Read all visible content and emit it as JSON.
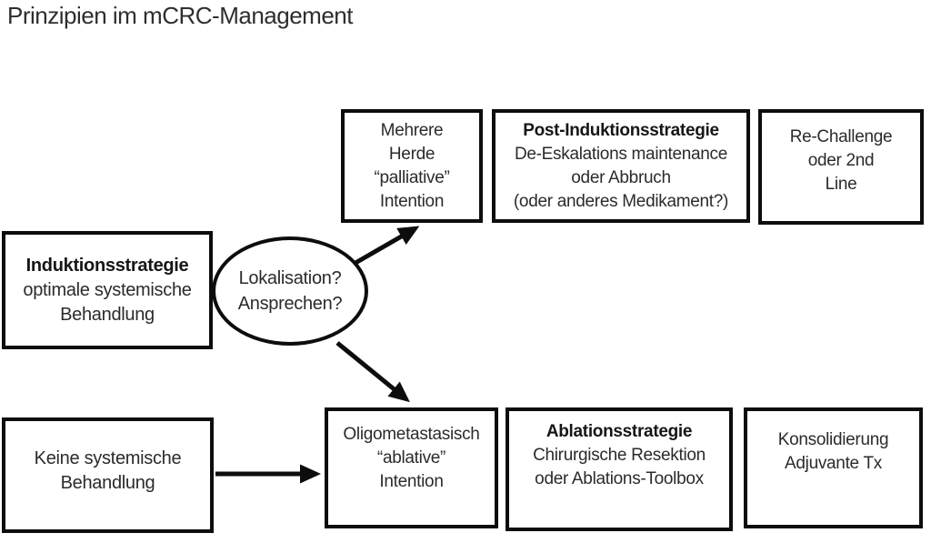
{
  "title": "Prinzipien im mCRC-Management",
  "colors": {
    "line": "#0d0d0d",
    "text": "#2b2b2b",
    "background": "#ffffff"
  },
  "nodes": {
    "mehrere_herde": {
      "lines": [
        "Mehrere",
        "Herde",
        "“palliative”",
        "Intention"
      ]
    },
    "post_induktion": {
      "lines": [
        "Post-Induktionsstrategie",
        "De-Eskalations maintenance",
        "oder Abbruch",
        "(oder anderes Medikament?)"
      ]
    },
    "re_challenge": {
      "lines": [
        "Re-Challenge",
        "oder 2nd",
        "Line"
      ]
    },
    "induktion": {
      "lines": [
        "Induktionsstrategie",
        "optimale systemische",
        "Behandlung"
      ]
    },
    "decision": {
      "lines": [
        "Lokalisation?",
        "Ansprechen?"
      ]
    },
    "keine": {
      "lines": [
        "Keine systemische",
        "Behandlung"
      ]
    },
    "oligo": {
      "lines": [
        "Oligometastasisch",
        "“ablative”",
        "Intention"
      ]
    },
    "ablation": {
      "lines": [
        "Ablationsstrategie",
        "Chirurgische Resektion",
        "oder Ablations-Toolbox"
      ]
    },
    "konsolidierung": {
      "lines": [
        "Konsolidierung",
        "Adjuvante Tx"
      ]
    }
  }
}
